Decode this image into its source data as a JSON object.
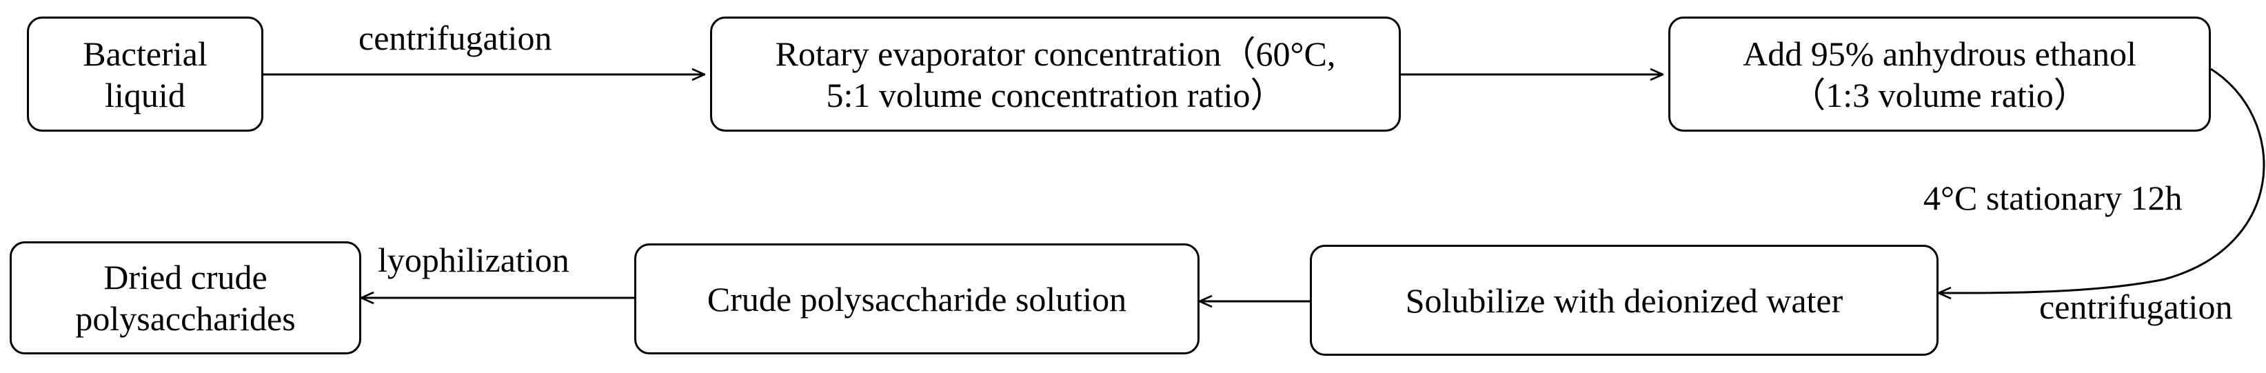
{
  "nodes": {
    "bacterial_liquid": "Bacterial\nliquid",
    "rotary_evaporator": "Rotary evaporator concentration（60°C,\n5:1 volume concentration ratio）",
    "add_ethanol": "Add 95% anhydrous ethanol\n（1:3 volume ratio）",
    "solubilize": "Solubilize with deionized water",
    "crude_solution": "Crude polysaccharide solution",
    "dried_crude": "Dried crude\npolysaccharides"
  },
  "edges": {
    "centrifugation_1": "centrifugation",
    "stationary": "4°C stationary 12h",
    "centrifugation_2": "centrifugation",
    "lyophilization": "lyophilization"
  },
  "colors": {
    "stroke": "#000000",
    "background": "#ffffff"
  }
}
